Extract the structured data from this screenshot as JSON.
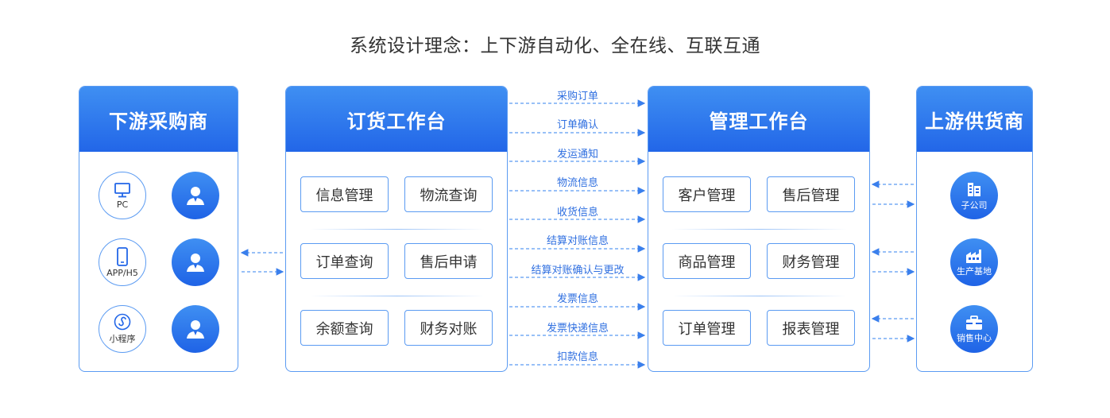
{
  "title": "系统设计理念：上下游自动化、全在线、互联互通",
  "downstream": {
    "header": "下游采购商",
    "devices": [
      {
        "label": "PC",
        "icon": "monitor-icon"
      },
      {
        "label": "APP/H5",
        "icon": "phone-icon"
      },
      {
        "label": "小程序",
        "icon": "mini-program-icon"
      }
    ],
    "user_icon": "user-icon"
  },
  "order_workbench": {
    "header": "订货工作台",
    "rows": [
      [
        "信息管理",
        "物流查询"
      ],
      [
        "订单查询",
        "售后申请"
      ],
      [
        "余额查询",
        "财务对账"
      ]
    ]
  },
  "flows": [
    "采购订单",
    "订单确认",
    "发运通知",
    "物流信息",
    "收货信息",
    "结算对账信息",
    "结算对账确认与更改",
    "发票信息",
    "发票快递信息",
    "扣款信息"
  ],
  "management_workbench": {
    "header": "管理工作台",
    "rows": [
      [
        "客户管理",
        "售后管理"
      ],
      [
        "商品管理",
        "财务管理"
      ],
      [
        "订单管理",
        "报表管理"
      ]
    ]
  },
  "upstream": {
    "header": "上游供货商",
    "items": [
      {
        "label": "子公司",
        "icon": "building-icon"
      },
      {
        "label": "生产基地",
        "icon": "factory-icon"
      },
      {
        "label": "销售中心",
        "icon": "briefcase-icon"
      }
    ]
  },
  "colors": {
    "accent": "#2266e8",
    "border": "#5b9bf2",
    "flow_text": "#2f6fe0"
  }
}
